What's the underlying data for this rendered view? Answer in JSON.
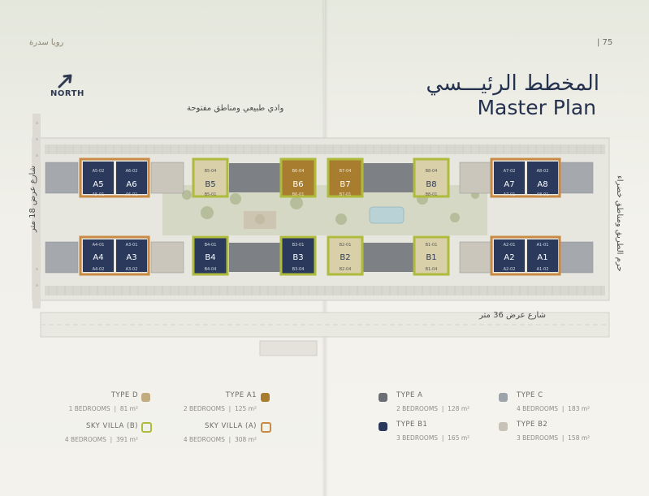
{
  "brand": "رويا سدرة",
  "page_number": "| 75",
  "north": {
    "label": "NORTH",
    "icon": "north-arrow-icon"
  },
  "title": {
    "arabic": "المخطط الرئيـــسي",
    "english": "Master Plan"
  },
  "site_labels": {
    "top": "وادي طبيعي ومناطق مفتوحة",
    "bottom": "شارع عرض 36 متر",
    "left": "شارع عرض 18 متر",
    "right": "حرم الطريق ومناطق خضراء"
  },
  "colors": {
    "type_d": "#c2ab7f",
    "type_a1": "#a97d2f",
    "sky_villa_b": "#aebb3d",
    "sky_villa_a": "#c98a44",
    "type_a": "#6b6e72",
    "type_b1": "#2b3a5c",
    "type_c": "#9da3aa",
    "type_b2": "#c7c2b7"
  },
  "blocks": [
    {
      "label": "A5",
      "units": [
        "A5-02",
        "A5-01"
      ]
    },
    {
      "label": "A6",
      "units": [
        "A6-02",
        "A6-01"
      ]
    },
    {
      "label": "B5",
      "units": [
        "B5-04",
        "B5-01"
      ]
    },
    {
      "label": "B6",
      "units": [
        "B6-04",
        "B6-01"
      ]
    },
    {
      "label": "B7",
      "units": [
        "B7-04",
        "B7-01"
      ]
    },
    {
      "label": "B8",
      "units": [
        "B8-04",
        "B8-01"
      ]
    },
    {
      "label": "A7",
      "units": [
        "A7-02",
        "A7-01"
      ]
    },
    {
      "label": "A8",
      "units": [
        "A8-02",
        "A8-01"
      ]
    },
    {
      "label": "A4",
      "units": [
        "A4-01",
        "A4-02"
      ]
    },
    {
      "label": "A3",
      "units": [
        "A3-01",
        "A3-02"
      ]
    },
    {
      "label": "B4",
      "units": [
        "B4-01",
        "B4-04"
      ]
    },
    {
      "label": "B3",
      "units": [
        "B3-01",
        "B3-04"
      ]
    },
    {
      "label": "B2",
      "units": [
        "B2-01",
        "B2-04"
      ]
    },
    {
      "label": "B1",
      "units": [
        "B1-01",
        "B1-04"
      ]
    },
    {
      "label": "A2",
      "units": [
        "A2-01",
        "A2-02"
      ]
    },
    {
      "label": "A1",
      "units": [
        "A1-01",
        "A1-02"
      ]
    }
  ],
  "legend": [
    {
      "name": "TYPE D",
      "bedrooms": "1 BEDROOMS",
      "area": "81 m²",
      "color_key": "type_d",
      "style": "fill"
    },
    {
      "name": "SKY VILLA (B)",
      "bedrooms": "4 BEDROOMS",
      "area": "391 m²",
      "color_key": "sky_villa_b",
      "style": "ring"
    },
    {
      "name": "TYPE A1",
      "bedrooms": "2 BEDROOMS",
      "area": "125 m²",
      "color_key": "type_a1",
      "style": "fill"
    },
    {
      "name": "SKY VILLA (A)",
      "bedrooms": "4 BEDROOMS",
      "area": "308 m²",
      "color_key": "sky_villa_a",
      "style": "ring"
    },
    {
      "name": "TYPE A",
      "bedrooms": "2 BEDROOMS",
      "area": "128 m²",
      "color_key": "type_a",
      "style": "fill"
    },
    {
      "name": "TYPE B1",
      "bedrooms": "3 BEDROOMS",
      "area": "165 m²",
      "color_key": "type_b1",
      "style": "fill"
    },
    {
      "name": "TYPE C",
      "bedrooms": "4 BEDROOMS",
      "area": "183 m²",
      "color_key": "type_c",
      "style": "fill"
    },
    {
      "name": "TYPE B2",
      "bedrooms": "3 BEDROOMS",
      "area": "158 m²",
      "color_key": "type_b2",
      "style": "fill"
    }
  ]
}
